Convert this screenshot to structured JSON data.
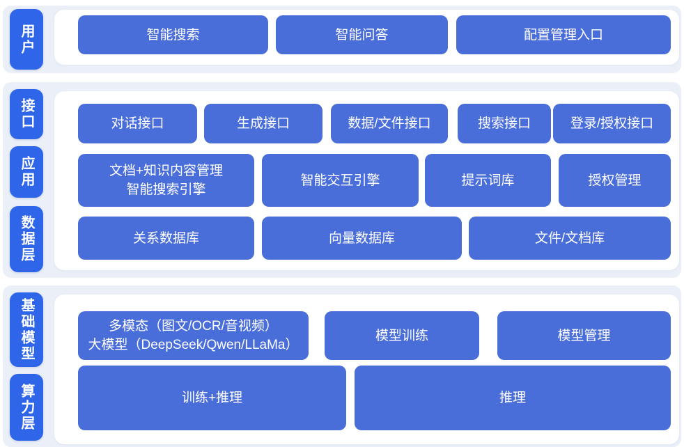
{
  "colors": {
    "page_bg": "#ffffff",
    "band_bg": "#eaeff8",
    "card_bg": "#ffffff",
    "pill_blue": "#2e65e9",
    "button_blue": "#4a6ed9",
    "text_white": "#ffffff"
  },
  "layer_labels": {
    "user": "用户",
    "interface": "接口",
    "application": "应用",
    "data": "数据层",
    "base_model": "基础模型",
    "compute": "算力层"
  },
  "entry_row": {
    "smart_search": "智能搜索",
    "smart_qa": "智能问答",
    "config_admin_entry": "配置管理入口"
  },
  "interface_row": {
    "dialog_api": "对话接口",
    "generation_api": "生成接口",
    "data_file_api": "数据/文件接口",
    "search_api": "搜索接口",
    "login_auth_api": "登录/授权接口"
  },
  "application_row": {
    "doc_knowledge_line1": "文档+知识内容管理",
    "doc_knowledge_line2": "智能搜索引擎",
    "interaction_engine": "智能交互引擎",
    "prompt_library": "提示词库",
    "auth_mgmt": "授权管理"
  },
  "data_row": {
    "relational_db": "关系数据库",
    "vector_db": "向量数据库",
    "file_doc_store": "文件/文档库"
  },
  "model_row": {
    "multimodal_line1": "多模态（图文/OCR/音视频）",
    "multimodal_line2": "大模型（DeepSeek/Qwen/LLaMa）",
    "model_training": "模型训练",
    "model_mgmt": "模型管理"
  },
  "compute_row": {
    "train_inference": "训练+推理",
    "inference": "推理"
  }
}
